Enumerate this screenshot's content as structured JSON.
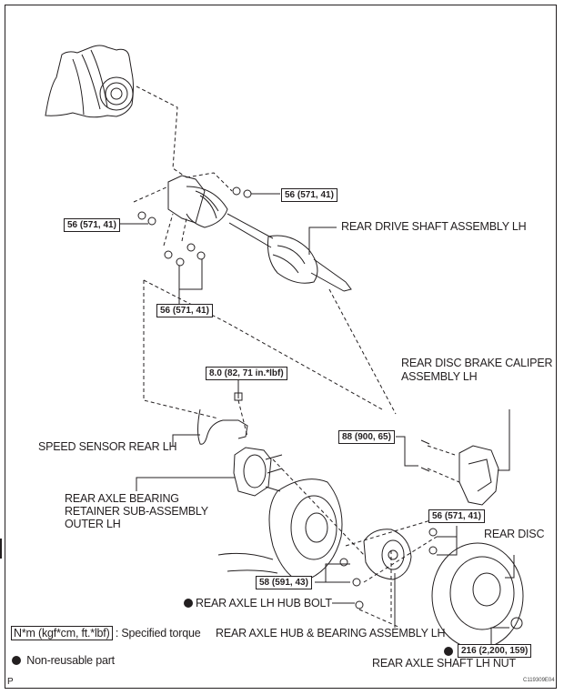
{
  "diagram": {
    "parts": {
      "drive_shaft": "REAR DRIVE SHAFT ASSEMBLY LH",
      "caliper_line1": "REAR DISC BRAKE CALIPER",
      "caliper_line2": "ASSEMBLY LH",
      "speed_sensor": "SPEED SENSOR REAR LH",
      "retainer_line1": "REAR AXLE BEARING",
      "retainer_line2": "RETAINER SUB-ASSEMBLY",
      "retainer_line3": "OUTER LH",
      "rear_disc": "REAR DISC",
      "hub_bolt": "REAR AXLE LH HUB BOLT",
      "hub_bearing": "REAR AXLE HUB & BEARING ASSEMBLY LH",
      "shaft_nut": "REAR AXLE SHAFT LH NUT"
    },
    "torques": {
      "diff_right": "56 (571, 41)",
      "diff_left": "56 (571, 41)",
      "diff_bottom": "56 (571, 41)",
      "sensor_bolt": "8.0 (82, 71 in.*lbf)",
      "caliper_bolts": "88 (900, 65)",
      "hub_nuts_right": "56 (571, 41)",
      "hub_nuts_left": "58 (591, 43)",
      "shaft_nut": "216 (2,200, 159)"
    },
    "legend": {
      "torque_unit": "N*m (kgf*cm, ft.*lbf)",
      "torque_desc": ": Specified torque",
      "non_reusable": "Non-reusable part"
    },
    "corner_mark": "P",
    "figure_code": "C119309E04"
  }
}
